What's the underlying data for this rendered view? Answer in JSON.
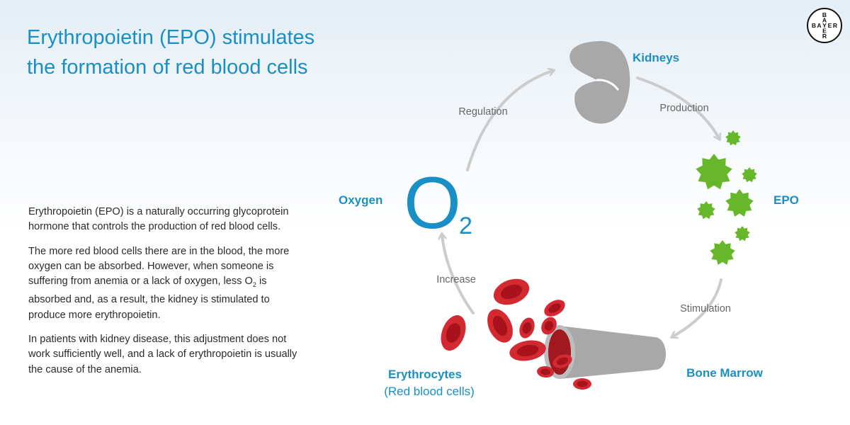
{
  "title": {
    "line1": "Erythropoietin (EPO) stimulates",
    "line2": "the formation of red blood cells"
  },
  "logo": {
    "letters_horizontal": [
      "B",
      "A",
      "Y",
      "E",
      "R"
    ],
    "letters_vertical": [
      "B",
      "A",
      "Y",
      "E",
      "R"
    ],
    "icon": "bayer-cross-logo"
  },
  "body": {
    "paragraph1": "Erythropoietin (EPO) is a naturally occurring glycoprotein hormone that controls the production of red blood cells.",
    "paragraph2_before": "The more red blood cells there are in the blood, the more oxygen can be absorbed. However, when someone is suffering from anemia or a lack of oxygen, less O",
    "paragraph2_sub": "2",
    "paragraph2_after": " is absorbed and, as a result, the kidney is stimulated to produce more erythropoietin.",
    "paragraph3": "In patients with kidney disease, this adjustment does not work sufficiently well, and a lack of erythropoietin is usually the cause of the anemia."
  },
  "diagram": {
    "nodes": {
      "kidneys": "Kidneys",
      "epo": "EPO",
      "bone_marrow": "Bone Marrow",
      "erythrocytes": "Erythrocytes",
      "erythrocytes_sub": "(Red blood cells)",
      "oxygen": "Oxygen",
      "o2_main": "O",
      "o2_sub": "2"
    },
    "arrows": {
      "production": "Production",
      "stimulation": "Stimulation",
      "increase": "Increase",
      "regulation": "Regulation"
    },
    "icons": [
      "kidney-icon",
      "epo-molecule-icon",
      "bone-marrow-icon",
      "red-blood-cell-icon"
    ],
    "colors": {
      "accent": "#1a8fc6",
      "epo_green": "#66b82a",
      "blood_red": "#c81d25",
      "organ_gray": "#a8a8a8",
      "arrow_gray": "#cccccc"
    }
  }
}
